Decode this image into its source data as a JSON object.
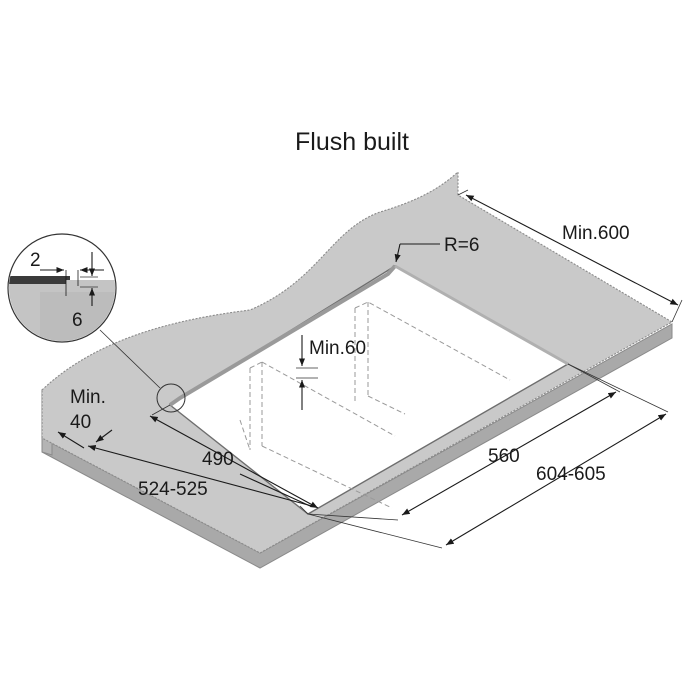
{
  "title": "Flush built",
  "dimensions": {
    "top_radius": "R=6",
    "depth_min": "Min.600",
    "clearance_below": "Min.60",
    "front_min_label": "Min.",
    "front_min_value": "40",
    "inner_width": "490",
    "outer_width": "524-525",
    "inner_depth": "560",
    "outer_depth": "604-605",
    "detail_step": "2",
    "detail_depth": "6"
  },
  "colors": {
    "countertop": "#c8c8c8",
    "countertop_edge": "#a6a6a6",
    "cutout": "#ffffff",
    "line": "#1a1a1a"
  }
}
